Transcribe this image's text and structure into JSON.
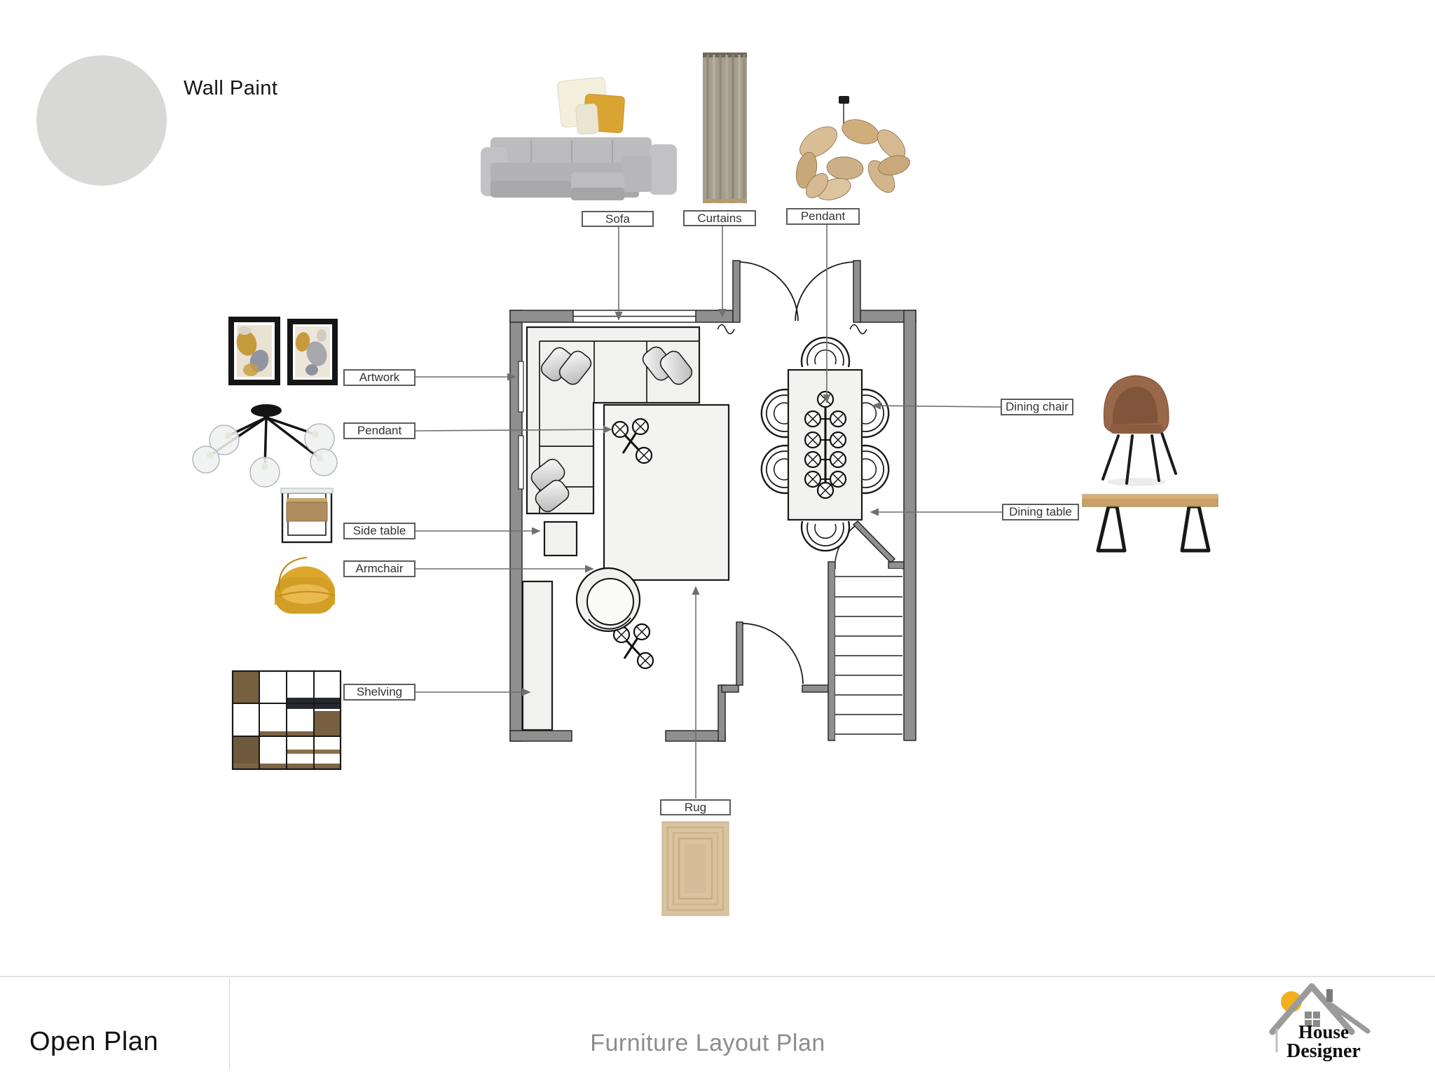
{
  "board": {
    "wall_paint_label": "Wall Paint",
    "wall_paint_color": "#d8d8d6"
  },
  "callouts": {
    "sofa": "Sofa",
    "curtains": "Curtains",
    "pendant_top": "Pendant",
    "artwork": "Artwork",
    "pendant_left": "Pendant",
    "side_table": "Side table",
    "armchair": "Armchair",
    "shelving": "Shelving",
    "dining_chair": "Dining chair",
    "dining_table": "Dining table",
    "rug": "Rug"
  },
  "footer": {
    "room_name": "Open Plan",
    "plan_title": "Furniture Layout Plan",
    "brand_line1": "House",
    "brand_line2": "Designer"
  },
  "colors": {
    "accent_mustard": "#d9a62e",
    "brand_yellow": "#f2b01e",
    "wall_gray": "#8f8f8f",
    "wood": "#b58d57",
    "leather_brown": "#99674a",
    "rug_beige": "#d9c3a0"
  }
}
